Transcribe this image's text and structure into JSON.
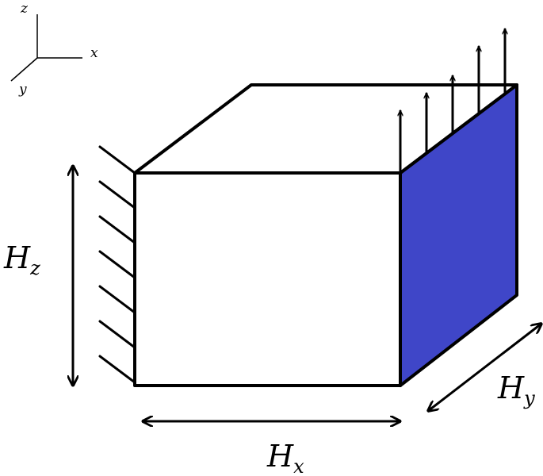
{
  "axes": {
    "z_label": "z",
    "x_label": "x",
    "y_label": "y"
  },
  "dimensions": {
    "hz": {
      "main": "H",
      "sub": "z"
    },
    "hx": {
      "main": "H",
      "sub": "x"
    },
    "hy": {
      "main": "H",
      "sub": "y"
    }
  },
  "colors": {
    "loaded_face": "#3f46c8",
    "stroke": "#000000"
  },
  "icons": {
    "load_arrow": "arrow-up-icon",
    "dimension_arrow": "double-arrow-icon",
    "support": "fixed-wall-hatch-icon"
  }
}
